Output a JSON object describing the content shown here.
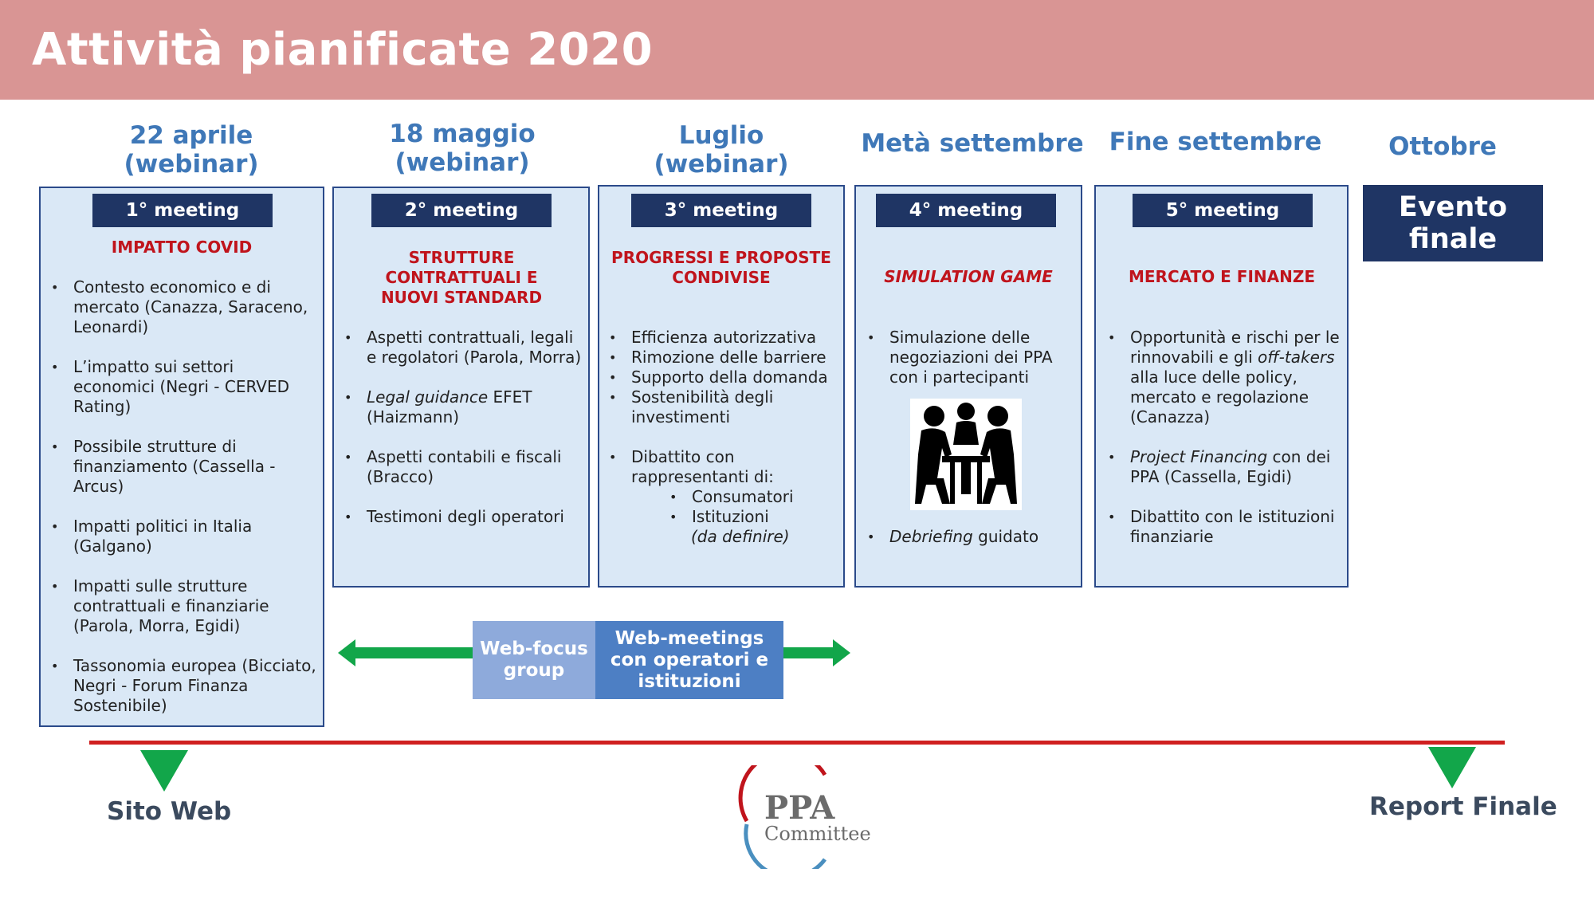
{
  "header": {
    "title": "Attività pianificate 2020"
  },
  "columns": [
    {
      "date": "22 aprile",
      "date2": "(webinar)",
      "meeting": "1° meeting",
      "topic": "IMPATTO COVID"
    },
    {
      "date": "18 maggio",
      "date2": "(webinar)",
      "meeting": "2° meeting",
      "topic": "STRUTTURE CONTRATTUALI E NUOVI STANDARD"
    },
    {
      "date": "Luglio",
      "date2": "(webinar)",
      "meeting": "3° meeting",
      "topic": "PROGRESSI E PROPOSTE CONDIVISE"
    },
    {
      "date": "Metà settembre",
      "meeting": "4° meeting",
      "topic": "SIMULATION GAME"
    },
    {
      "date": "Fine settembre",
      "meeting": "5° meeting",
      "topic": "MERCATO E FINANZE"
    },
    {
      "date": "Ottobre"
    }
  ],
  "c1_items": [
    "Contesto economico e di mercato (Canazza, Saraceno, Leonardi)",
    "L’impatto sui settori economici (Negri - CERVED Rating)",
    "Possibile strutture di finanziamento (Cassella - Arcus)",
    "Impatti politici in Italia (Galgano)",
    "Impatti sulle strutture contrattuali e finanziarie (Parola, Morra, Egidi)",
    "Tassonomia europea (Bicciato, Negri - Forum Finanza Sostenibile)"
  ],
  "c2": {
    "i1": "Aspetti contrattuali, legali e regolatori (Parola, Morra)",
    "i2_em": "Legal guidance",
    "i2_rest": " EFET (Haizmann)",
    "i3": "Aspetti contabili e fiscali (Bracco)",
    "i4": "Testimoni degli operatori"
  },
  "c3": {
    "i1": "Efficienza autorizzativa",
    "i2": "Rimozione delle barriere",
    "i3": "Supporto della domanda",
    "i4": "Sostenibilità degli investimenti",
    "i5": "Dibattito con rappresentanti di:",
    "s1": "Consumatori",
    "s2": "Istituzioni",
    "s3": "(da definire)"
  },
  "c4": {
    "i1": "Simulazione delle negoziazioni dei PPA con i partecipanti",
    "i2_em": "Debriefing",
    "i2_rest": " guidato"
  },
  "c5": {
    "i1a": "Opportunità e rischi per le rinnovabili e gli ",
    "i1_em": "off-takers",
    "i1b": " alla luce delle policy, mercato e regolazione (Canazza)",
    "i2_em": "Project Financing",
    "i2_rest": " con dei PPA (Cassella, Egidi)",
    "i3": "Dibattito con le istituzioni finanziarie"
  },
  "evento": "Evento finale",
  "web": {
    "focus": "Web-focus group",
    "meetings": "Web-meetings con operatori e istituzioni"
  },
  "milestones": {
    "left": "Sito Web",
    "right": "Report Finale"
  },
  "logo": {
    "line1": "PPA",
    "line2": "Committee"
  },
  "colors": {
    "header": "#d99594",
    "navy": "#1f3564",
    "box": "#dae8f6",
    "accent_red": "#c0141c",
    "green": "#12a64a",
    "title_blue": "#3f78b8"
  }
}
